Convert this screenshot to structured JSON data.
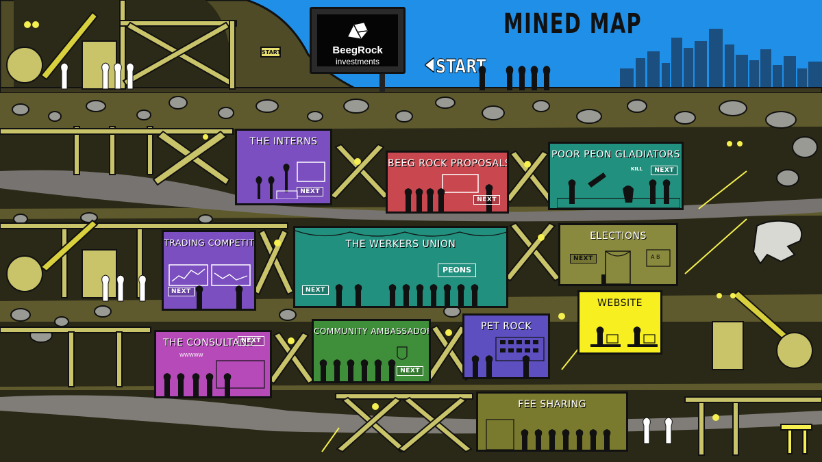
{
  "map": {
    "title": "MINED MAP",
    "start_label": "START",
    "start_sign": "START"
  },
  "billboard": {
    "brand": "BeegRock",
    "subtitle": "investments"
  },
  "colors": {
    "sky": "#1f8fe8",
    "dirt": "#5e5a2e",
    "rock": "#9a9a94",
    "wood": "#c9c46a",
    "light": "#f5f050",
    "interns": "#7b4fc0",
    "proposals": "#c9474f",
    "gladiators": "#22907e",
    "trading": "#7b4fc0",
    "werkers": "#22907e",
    "elections": "#8a8a3e",
    "consultants": "#b54ab8",
    "ambassadors": "#3f8f3a",
    "petrock": "#5d4fc0",
    "website": "#f7ef20",
    "feesharing": "#7a7a2e"
  },
  "rooms": {
    "interns": {
      "title": "THE INTERNS",
      "next": "NEXT"
    },
    "proposals": {
      "title": "BEEG ROCK PROPOSALS",
      "next": "NEXT"
    },
    "gladiators": {
      "title": "POOR PEON GLADIATORS",
      "next": "NEXT",
      "kill_text": "KILL"
    },
    "trading": {
      "title": "TRADING COMPETITION",
      "next": "NEXT"
    },
    "werkers": {
      "title": "THE WERKERS UNION",
      "next": "NEXT",
      "peons_sign": "PEONS"
    },
    "elections": {
      "title": "ELECTIONS",
      "next": "NEXT",
      "ballot": "A B"
    },
    "consultants": {
      "title": "THE CONSULTANS",
      "next": "NEXT",
      "board_text": "WWWWW"
    },
    "ambassadors": {
      "title": "COMMUNITY AMBASSADORS",
      "next": "NEXT"
    },
    "petrock": {
      "title": "PET ROCK"
    },
    "website": {
      "title": "WEBSITE"
    },
    "feesharing": {
      "title": "FEE SHARING"
    }
  }
}
